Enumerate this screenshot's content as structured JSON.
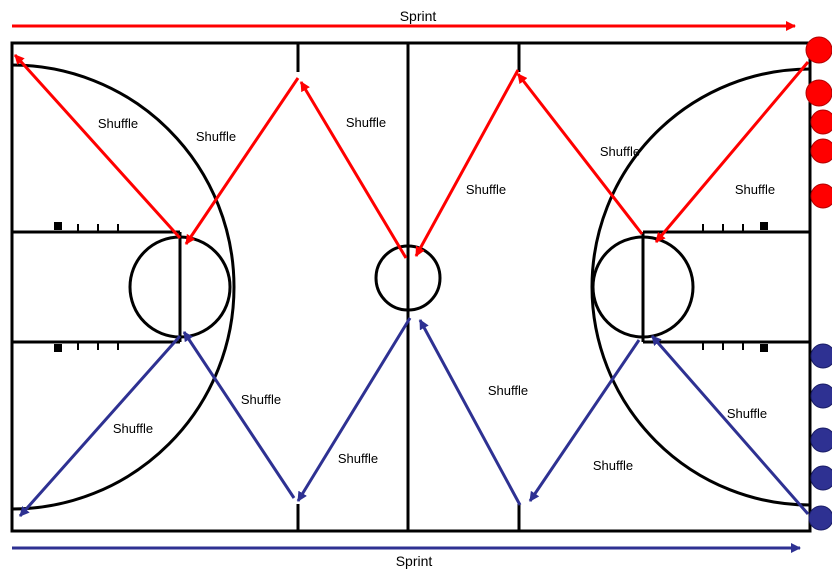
{
  "labels": {
    "sprint_top": "Sprint",
    "sprint_bottom": "Sprint",
    "shuffle_1": "Shuffle",
    "shuffle_2": "Shuffle",
    "shuffle_3": "Shuffle",
    "shuffle_4": "Shuffle",
    "shuffle_5": "Shuffle",
    "shuffle_6": "Shuffle",
    "shuffle_7": "Shuffle",
    "shuffle_8": "Shuffle",
    "shuffle_9": "Shuffle",
    "shuffle_10": "Shuffle",
    "shuffle_11": "Shuffle",
    "shuffle_12": "Shuffle"
  },
  "colors": {
    "red_team": "#ff0000",
    "blue_team": "#2e3192",
    "court_lines": "#000000"
  },
  "players": {
    "red_count": 5,
    "blue_count": 5
  }
}
